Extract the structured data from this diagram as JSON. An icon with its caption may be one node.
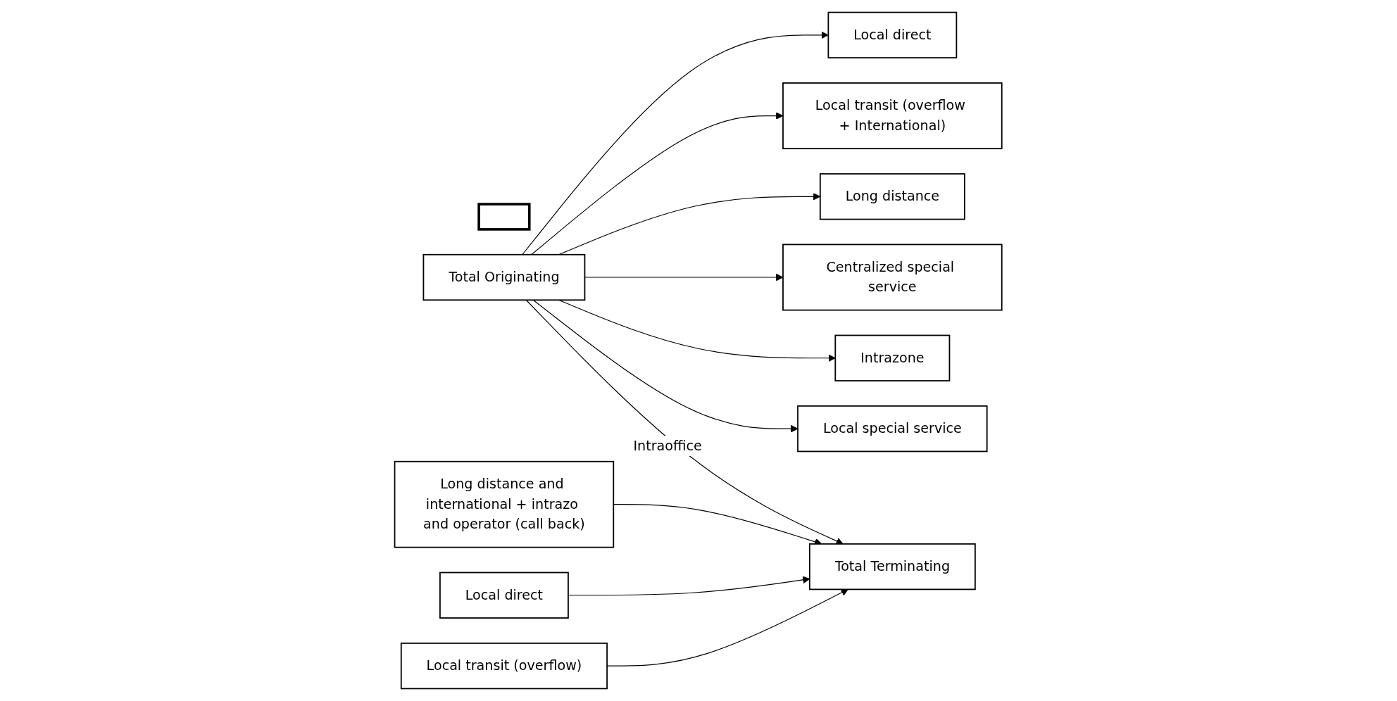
{
  "diagram": {
    "nodes": [
      {
        "text": [],
        "shape": "box"
      },
      {
        "text": [
          "Local direct"
        ]
      },
      {
        "text": [
          "Local transit (overflow + International)"
        ]
      },
      {
        "text": [
          "Long distance"
        ]
      },
      {
        "text": [
          "Centralized special service"
        ]
      },
      {
        "text": [
          "Intrazone"
        ]
      },
      {
        "text": [
          "Local special service"
        ]
      },
      {
        "text": [
          "Total Originating"
        ]
      },
      {
        "text": [
          "Total Terminating"
        ]
      },
      {
        "text": [
          "Long distance and international + intrazo and operator (call back)"
        ]
      },
      {
        "text": [
          "Local direct"
        ]
      },
      {
        "text": [
          "Local transit (overflow)"
        ]
      }
    ],
    "edges": [
      {
        "from": 7,
        "to": 1,
        "arrow": "to"
      },
      {
        "from": 7,
        "to": 2,
        "arrow": "to"
      },
      {
        "from": 7,
        "to": 3,
        "arrow": "to"
      },
      {
        "from": 7,
        "to": 4,
        "arrow": "to"
      },
      {
        "from": 7,
        "to": 5,
        "arrow": "to"
      },
      {
        "from": 7,
        "to": 6,
        "arrow": "to"
      },
      {
        "from": 7,
        "to": 8,
        "arrow": "to",
        "label": "Intraoffice"
      },
      {
        "from": 9,
        "to": 8,
        "arrow": "to"
      },
      {
        "from": 10,
        "to": 8,
        "arrow": "to"
      },
      {
        "from": 11,
        "to": 8,
        "arrow": "to"
      }
    ]
  }
}
